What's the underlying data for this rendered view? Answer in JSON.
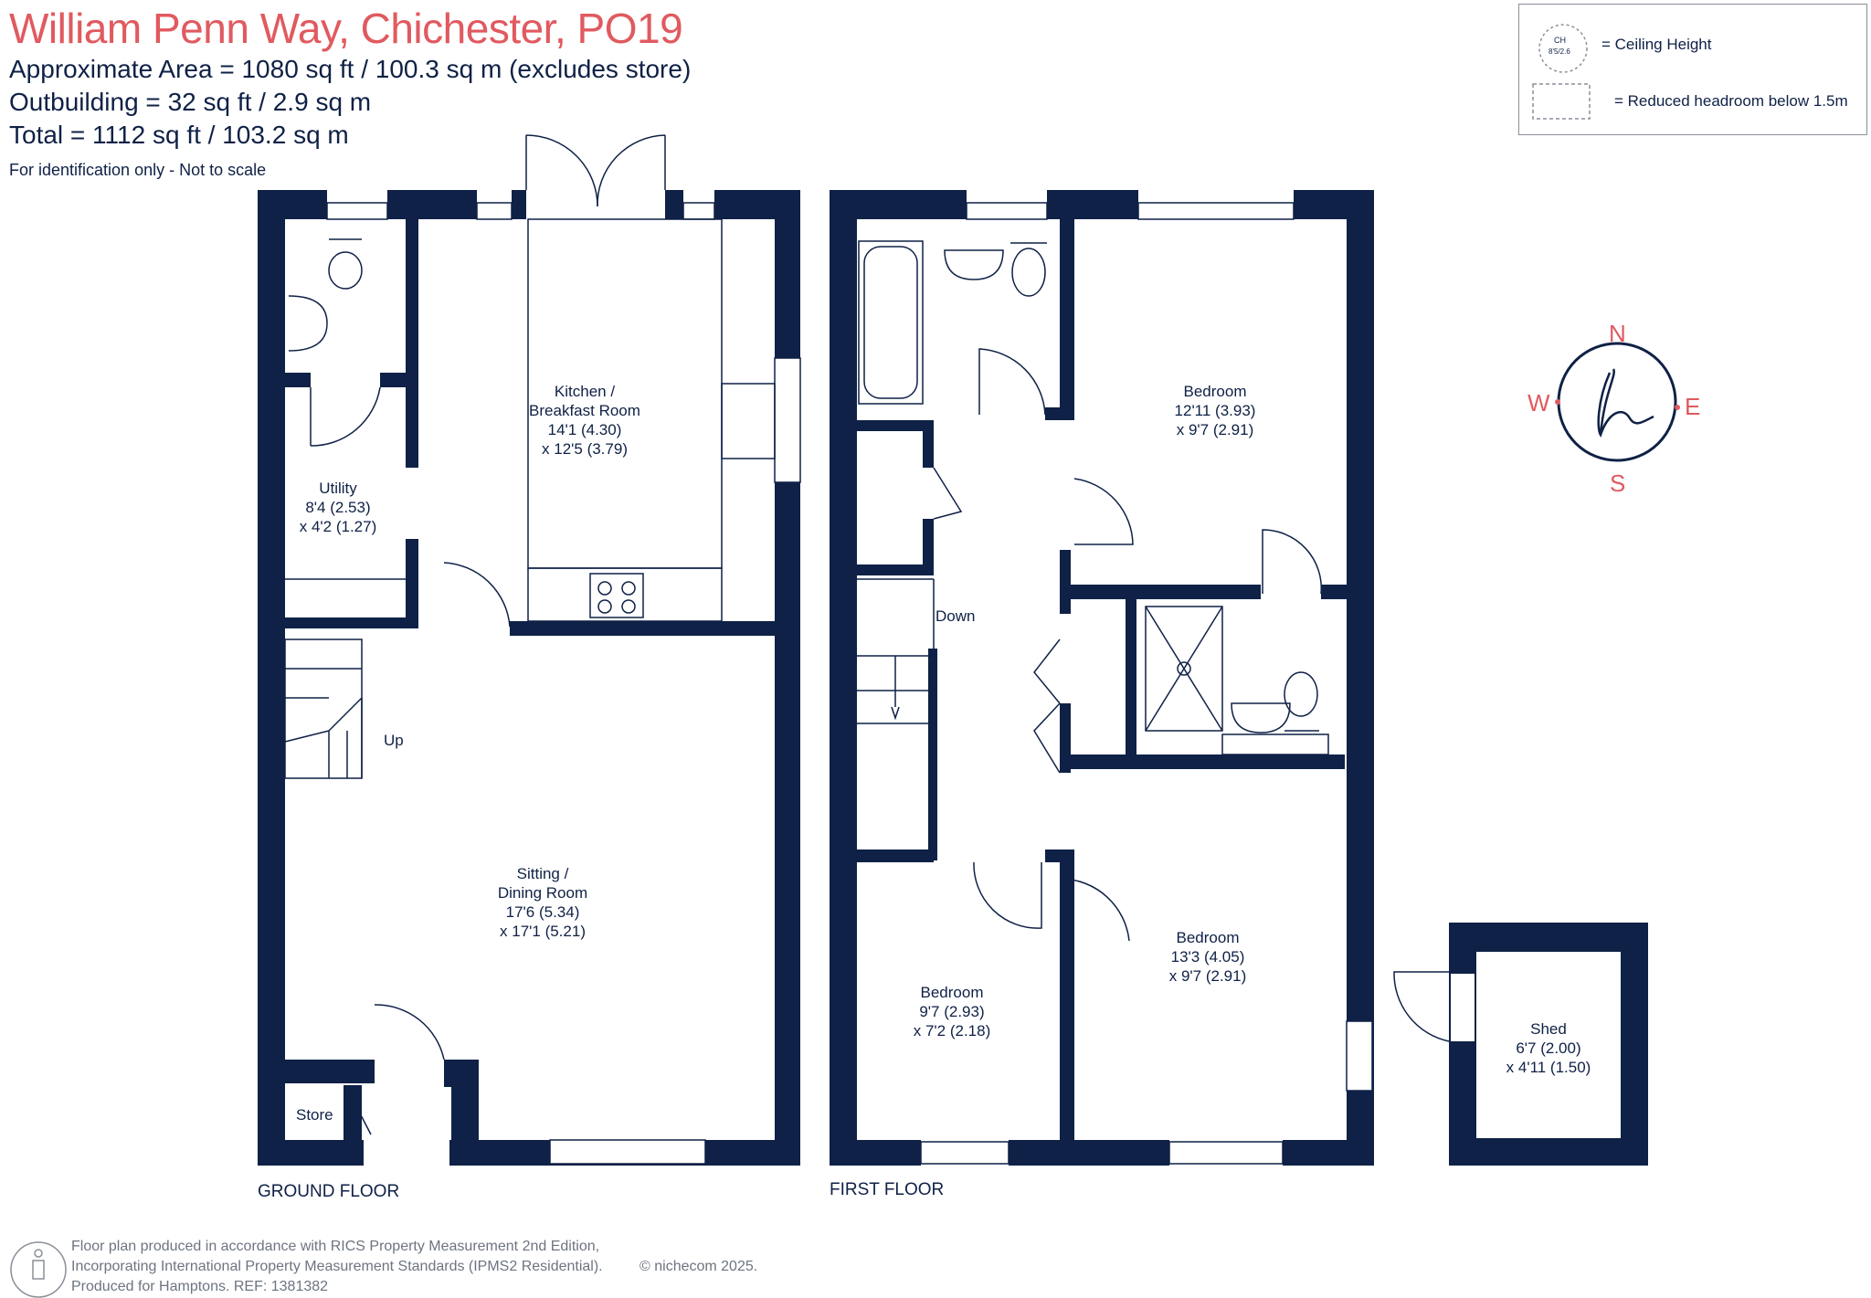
{
  "header": {
    "title": "William Penn Way, Chichester, PO19",
    "area_lines": [
      "Approximate Area = 1080 sq ft / 100.3 sq m (excludes store)",
      "Outbuilding = 32 sq ft / 2.9 sq m",
      "Total = 1112 sq ft / 103.2 sq m"
    ],
    "identification_note": "For identification only - Not to scale"
  },
  "legend": {
    "ceiling_symbol_top": "CH",
    "ceiling_symbol_bottom": "8'5/2.6",
    "ceiling_label": "= Ceiling Height",
    "headroom_label": "= Reduced headroom below 1.5m"
  },
  "compass": {
    "north": "N",
    "south": "S",
    "east": "E",
    "west": "W"
  },
  "ground_floor": {
    "label": "GROUND FLOOR",
    "rooms": {
      "kitchen": {
        "name": "Kitchen /",
        "name2": "Breakfast Room",
        "dim1": "14'1 (4.30)",
        "dim2": "x 12'5 (3.79)"
      },
      "utility": {
        "name": "Utility",
        "dim1": "8'4 (2.53)",
        "dim2": "x 4'2 (1.27)"
      },
      "sitting": {
        "name": "Sitting /",
        "name2": "Dining Room",
        "dim1": "17'6 (5.34)",
        "dim2": "x 17'1 (5.21)"
      },
      "store": {
        "name": "Store"
      }
    },
    "stairs_label": "Up"
  },
  "first_floor": {
    "label": "FIRST FLOOR",
    "rooms": {
      "bedroom1": {
        "name": "Bedroom",
        "dim1": "12'11 (3.93)",
        "dim2": "x 9'7 (2.91)"
      },
      "bedroom2": {
        "name": "Bedroom",
        "dim1": "13'3 (4.05)",
        "dim2": "x 9'7 (2.91)"
      },
      "bedroom3": {
        "name": "Bedroom",
        "dim1": "9'7 (2.93)",
        "dim2": "x 7'2 (2.18)"
      }
    },
    "stairs_label": "Down"
  },
  "outbuilding": {
    "shed": {
      "name": "Shed",
      "dim1": "6'7 (2.00)",
      "dim2": "x 4'11 (1.50)"
    }
  },
  "footer": {
    "lines": [
      "Floor plan produced in accordance with RICS Property Measurement 2nd Edition,",
      "Incorporating International Property Measurement Standards (IPMS2 Residential).",
      "Produced for Hamptons.   REF:  1381382"
    ],
    "copyright": "© nichecom 2025."
  },
  "colors": {
    "wall": "#0f2146",
    "accent": "#e05a5f",
    "muted": "#6d7480"
  }
}
